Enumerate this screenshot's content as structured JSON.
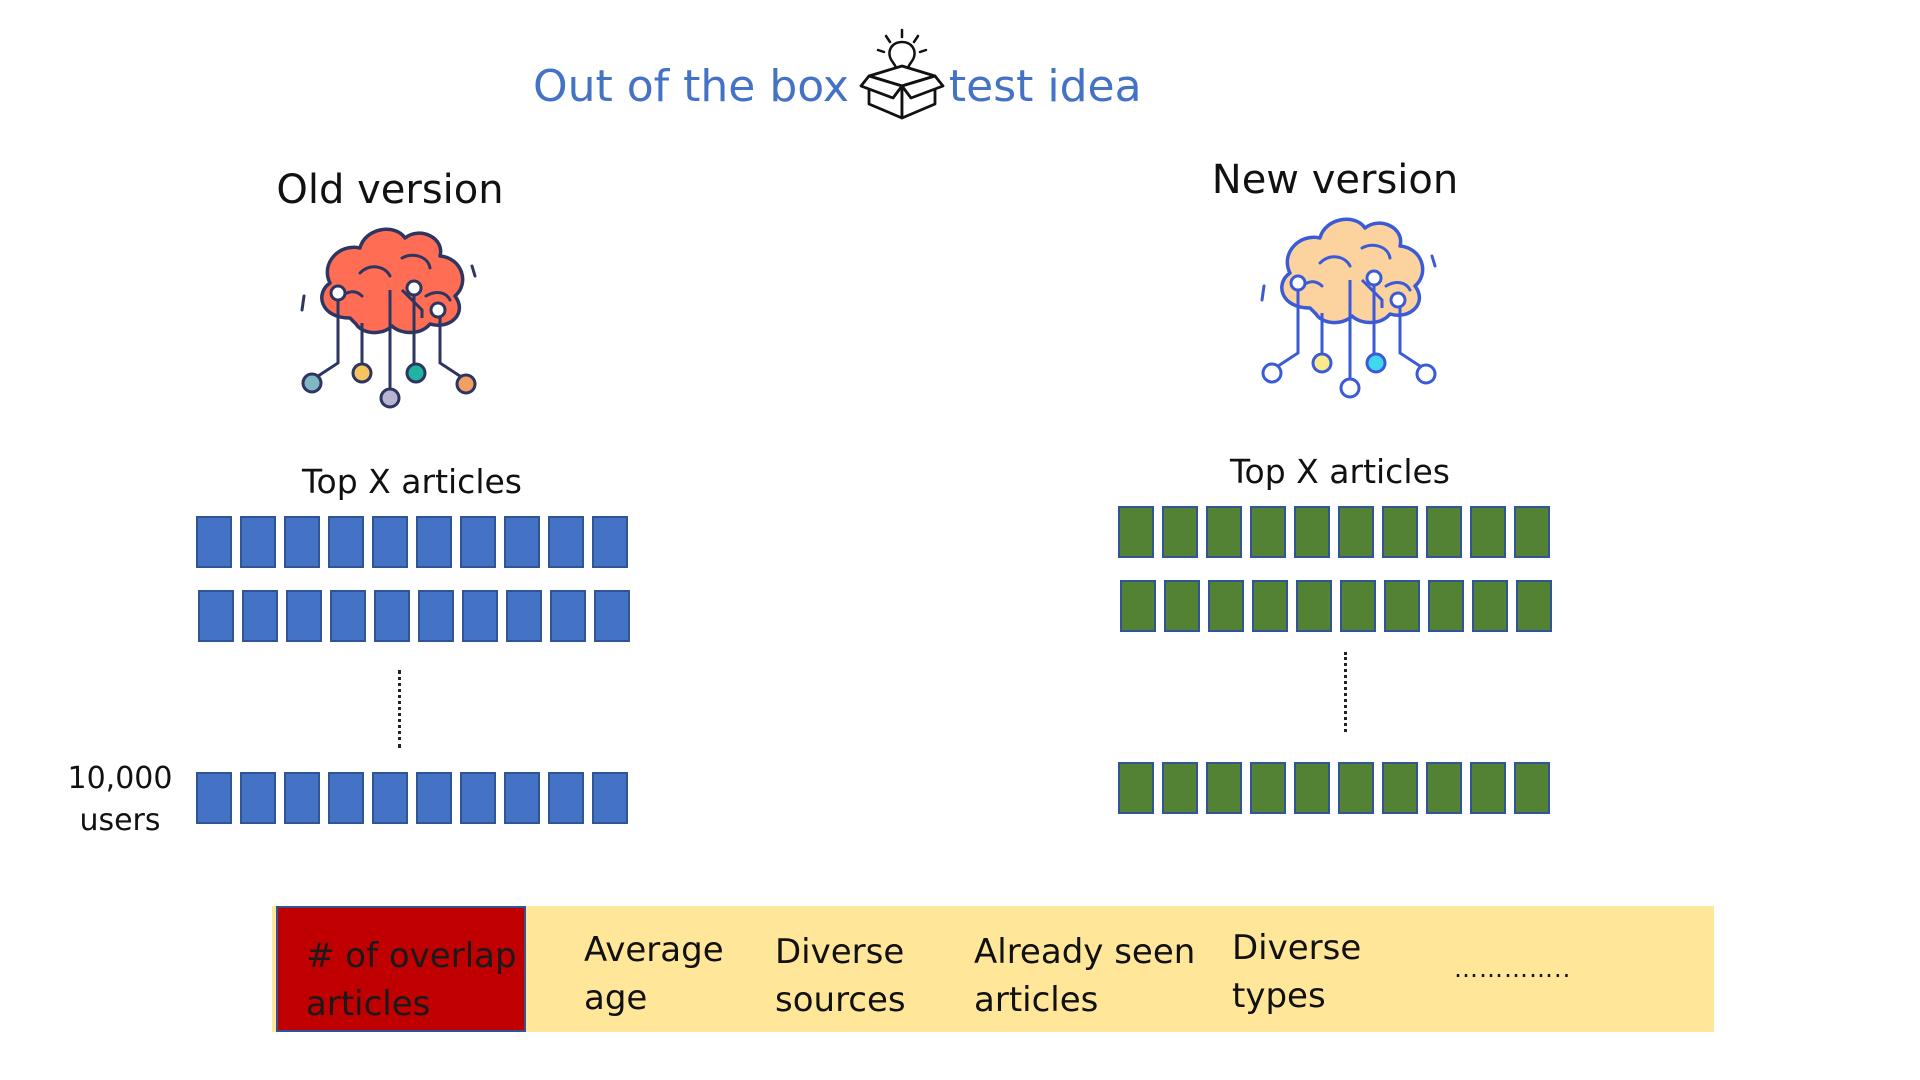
{
  "title": {
    "left": "Out of the box",
    "right": "test idea",
    "icon": "idea-box-icon"
  },
  "old_version": {
    "heading": "Old version",
    "subheading": "Top X articles",
    "icon": "brain-circuit-icon",
    "brain_color": "#ff6e54",
    "square_color": "#4472c4",
    "squares_per_row": 10,
    "users_label": "10,000\nusers"
  },
  "new_version": {
    "heading": "New version",
    "subheading": "Top X articles",
    "icon": "brain-circuit-icon",
    "brain_color": "#fcd29f",
    "square_color": "#548235",
    "squares_per_row": 10
  },
  "metrics": {
    "items": [
      "# of overlap\narticles",
      "Average\nage",
      "Diverse\nsources",
      "Already seen\narticles",
      "Diverse\ntypes"
    ],
    "more": "…………..",
    "bar_color": "#ffe699",
    "highlight_color": "#c00000"
  }
}
